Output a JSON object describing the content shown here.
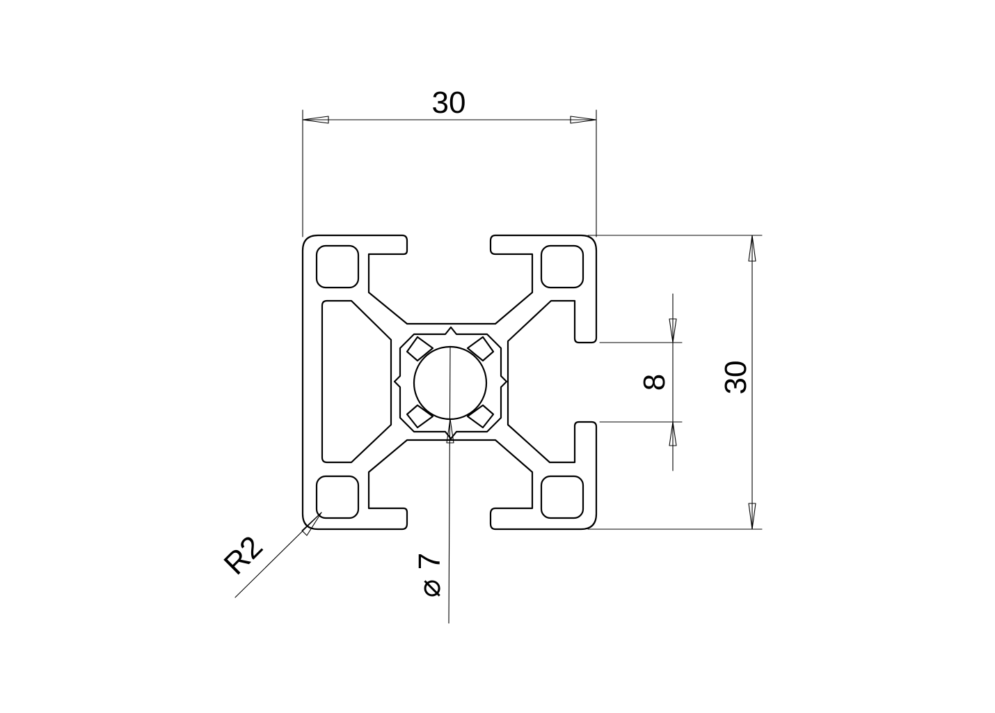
{
  "dimensions": {
    "width": "30",
    "height": "30",
    "slot_width": "8",
    "corner_radius": "R2",
    "bore_diameter": "7",
    "diameter_symbol": "⌀"
  },
  "colors": {
    "line": "#000000",
    "background": "#ffffff"
  }
}
